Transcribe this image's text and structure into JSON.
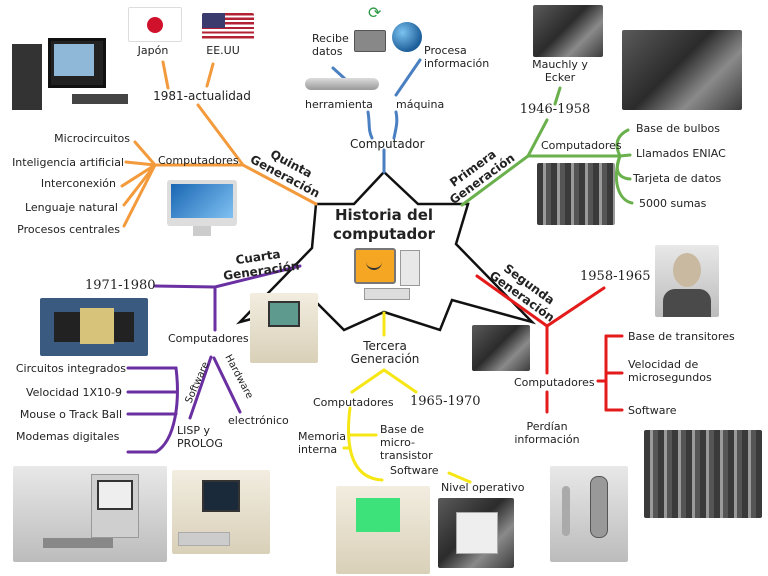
{
  "title": "Historia del computador",
  "definition": {
    "root": "Computador",
    "branches": [
      {
        "label": "herramienta",
        "child": "Recibe datos"
      },
      {
        "label": "máquina",
        "child": "Procesa información"
      }
    ]
  },
  "generations": {
    "first": {
      "name": "Primera Generación",
      "color": "#6ab04c",
      "period": "1946-1958",
      "inventors": "Mauchly y Ecker",
      "computers_label": "Computadores",
      "features": [
        "Base de bulbos",
        "Llamados ENIAC",
        "Tarjeta de datos",
        "5000 sumas"
      ]
    },
    "second": {
      "name": "Segunda Generación",
      "color": "#e31b1b",
      "period": "1958-1965",
      "computers_label": "Computadores",
      "features": [
        "Base de transitores",
        "Velocidad de microsegundos",
        "Software"
      ],
      "note": "Perdían información"
    },
    "third": {
      "name": "Tercera Generación",
      "color": "#f5e614",
      "period": "1965-1970",
      "computers_label": "Computadores",
      "features": [
        "Base de micro-transistor",
        "Memoria interna",
        "Software"
      ],
      "software_detail": "Nivel operativo"
    },
    "fourth": {
      "name": "Cuarta Generación",
      "color": "#6a2fa0",
      "period": "1971-1980",
      "computers_label": "Computadores",
      "software_label": "Software",
      "software_detail": "LISP y PROLOG",
      "hardware_label": "Hardware",
      "hardware_detail": "electrónico",
      "features": [
        "Circuitos integrados",
        "Velocidad 1X10-9",
        "Mouse o Track Ball",
        "Modemas digitales"
      ]
    },
    "fifth": {
      "name": "Quinta Generación",
      "color": "#f39a3c",
      "period": "1981-actualidad",
      "countries": [
        "Japón",
        "EE.UU"
      ],
      "computers_label": "Computadores",
      "features": [
        "Microcircuitos",
        "Inteligencia artificial",
        "Interconexión",
        "Lenguaje natural",
        "Procesos centrales"
      ]
    }
  },
  "images": [
    "desktop-pc-photo",
    "japan-flag",
    "usa-flag",
    "imac-photo",
    "laptop-globe-cycle",
    "wrench-icon",
    "mauchly-eckert-photo",
    "eniac-room-photo",
    "eniac-racks-photo",
    "smiley-computer-icon",
    "scientist-portrait",
    "transistor-computer-photo",
    "intel-chip-photo",
    "macintosh-photo",
    "macintosh-128k-photo",
    "apple-ii-photo",
    "ibm-pc-photo",
    "microchip-photo",
    "vacuum-tube-photo",
    "mainframe-photo"
  ]
}
